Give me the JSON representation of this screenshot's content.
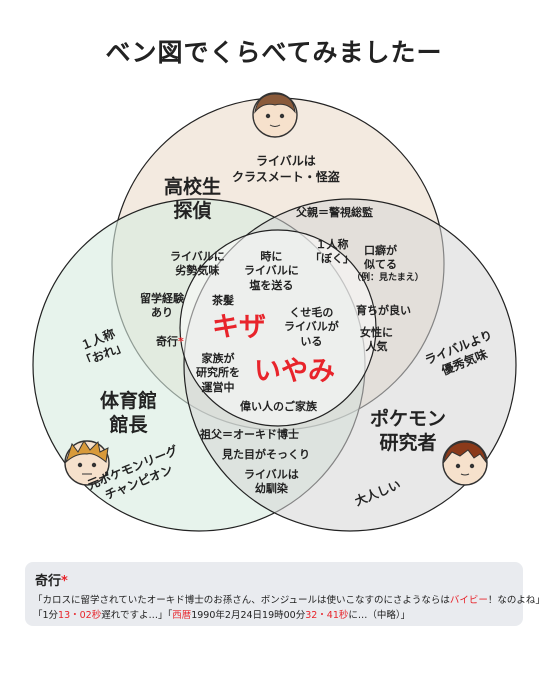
{
  "title": "ベン図でくらべてみましたー",
  "circles": {
    "top": {
      "name": "高校生\n探偵",
      "color": "#efe3d6"
    },
    "left": {
      "name": "体育館\n館長",
      "color": "#d9ebe1"
    },
    "right": {
      "name": "ポケモン\n研究者",
      "color": "#dcdcdc"
    }
  },
  "top_only": {
    "rival": "ライバルは\nクラスメート・怪盗",
    "father": "父親＝警視総監"
  },
  "left_only": {
    "ore": "１人称\n「おれ」",
    "champion": "元ポケモンリーグ\nチャンピオン"
  },
  "right_only": {
    "rival_better": "ライバルより\n優秀気味",
    "quiet": "大人しい"
  },
  "top_left": {
    "inferior": "ライバルに\n劣勢気味",
    "study": "留学経験\nあり",
    "kikou": "奇行",
    "kikou_mark": "*"
  },
  "top_right": {
    "boku": "１人称\n「ぼく」",
    "kuchiguse": "口癖が\n似てる",
    "kuchiguse_ex": "（例：見たまえ）",
    "sodachi": "育ちが良い",
    "ninki": "女性に\n人気"
  },
  "left_right": {
    "grandfather": "祖父＝オーキド博士",
    "lookalike": "見た目がそっくり",
    "osananajimi": "ライバルは\n幼馴染"
  },
  "center": {
    "salt": "時に\nライバルに\n塩を送る",
    "chapatsu": "茶髪",
    "kiza": "キザ",
    "kuseke": "くせ毛の\nライバルが\nいる",
    "family": "家族が\n研究所を\n運営中",
    "iyami": "いやみ",
    "erai": "偉い人のご家族"
  },
  "note": {
    "title": "奇行",
    "mark": "*",
    "line1": "「カロスに留学されていたオーキド博士のお孫さん、ボンジュールは使いこなすのにさようならは",
    "line1_red": "バイビー",
    "line1_end": "！なのよね」",
    "line2_a": "「1分",
    "line2_b": "13・02秒",
    "line2_c": "遅れですよ…」「",
    "line2_d": "西暦",
    "line2_e": "1990年2月24日19時00分",
    "line2_f": "32・41秒",
    "line2_g": "に…（中略）」"
  }
}
